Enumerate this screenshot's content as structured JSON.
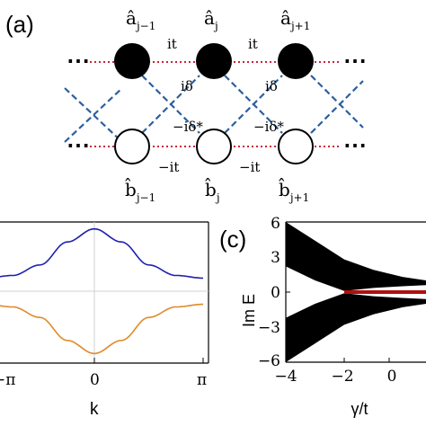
{
  "panel_a": {
    "label": "(a)",
    "top_labels": [
      {
        "main": "â",
        "sub": "j−1"
      },
      {
        "main": "â",
        "sub": "j"
      },
      {
        "main": "â",
        "sub": "j+1"
      }
    ],
    "bottom_labels": [
      {
        "main": "b̂",
        "sub": "j−1"
      },
      {
        "main": "b̂",
        "sub": "j"
      },
      {
        "main": "b̂",
        "sub": "j+1"
      }
    ],
    "hop_top": "it",
    "hop_bottom": "−it",
    "delta": "iδ",
    "delta_star": "−iδ*",
    "ellipsis": "⋯"
  },
  "panel_b": {
    "xlabel": "k",
    "x_ticks": [
      "−π",
      "0",
      "π"
    ]
  },
  "panel_c": {
    "label": "(c)",
    "ylabel": "Im E",
    "xlabel": "γ/t",
    "y_ticks": [
      "6",
      "3",
      "0",
      "−3",
      "−6"
    ],
    "x_ticks": [
      "−4",
      "−2",
      "0"
    ]
  },
  "colors": {
    "band_upper": "#1f1fb0",
    "band_lower": "#e08a2a",
    "hop_line": "#c8233a",
    "diag_line": "#2d5f9e",
    "spectrum": "#000000",
    "real_line": "#b01010"
  },
  "chart_data": [
    {
      "type": "line",
      "panel": "b",
      "xlabel": "k",
      "x_ticks": [
        "−π",
        "0",
        "π"
      ],
      "series": [
        {
          "x": [
            -3.1416,
            -2.3562,
            -1.5708,
            -0.7854,
            0,
            0.7854,
            1.5708,
            2.3562,
            3.1416
          ],
          "values": [
            0.2,
            0.24,
            0.4,
            0.75,
            0.95,
            0.75,
            0.4,
            0.24,
            0.2
          ]
        },
        {
          "x": [
            -3.1416,
            -2.3562,
            -1.5708,
            -0.7854,
            0,
            0.7854,
            1.5708,
            2.3562,
            3.1416
          ],
          "values": [
            -0.2,
            -0.24,
            -0.4,
            -0.75,
            -0.95,
            -0.75,
            -0.4,
            -0.24,
            -0.2
          ]
        }
      ]
    },
    {
      "type": "area",
      "panel": "c",
      "xlabel": "γ/t",
      "ylabel": "Im E",
      "xlim": [
        -4,
        0.8
      ],
      "ylim": [
        -6,
        6
      ],
      "x_ticks": [
        -4,
        -2,
        0
      ],
      "y_ticks": [
        6,
        3,
        0,
        -3,
        -6
      ],
      "upper_band": {
        "x": [
          -4,
          -3,
          -2,
          -1,
          0,
          0.8
        ],
        "outer": [
          6.0,
          4.4,
          2.8,
          1.9,
          1.3,
          1.0
        ],
        "inner": [
          2.2,
          1.0,
          0.1,
          0.35,
          0.5,
          0.6
        ]
      },
      "lower_band": {
        "x": [
          -4,
          -3,
          -2,
          -1,
          0,
          0.8
        ],
        "outer": [
          -6.0,
          -4.4,
          -2.8,
          -1.9,
          -1.3,
          -1.0
        ],
        "inner": [
          -2.2,
          -1.0,
          -0.1,
          -0.35,
          -0.5,
          -0.6
        ]
      },
      "real_segment": {
        "x": [
          -2.0,
          0.8
        ],
        "y": 0
      }
    }
  ]
}
